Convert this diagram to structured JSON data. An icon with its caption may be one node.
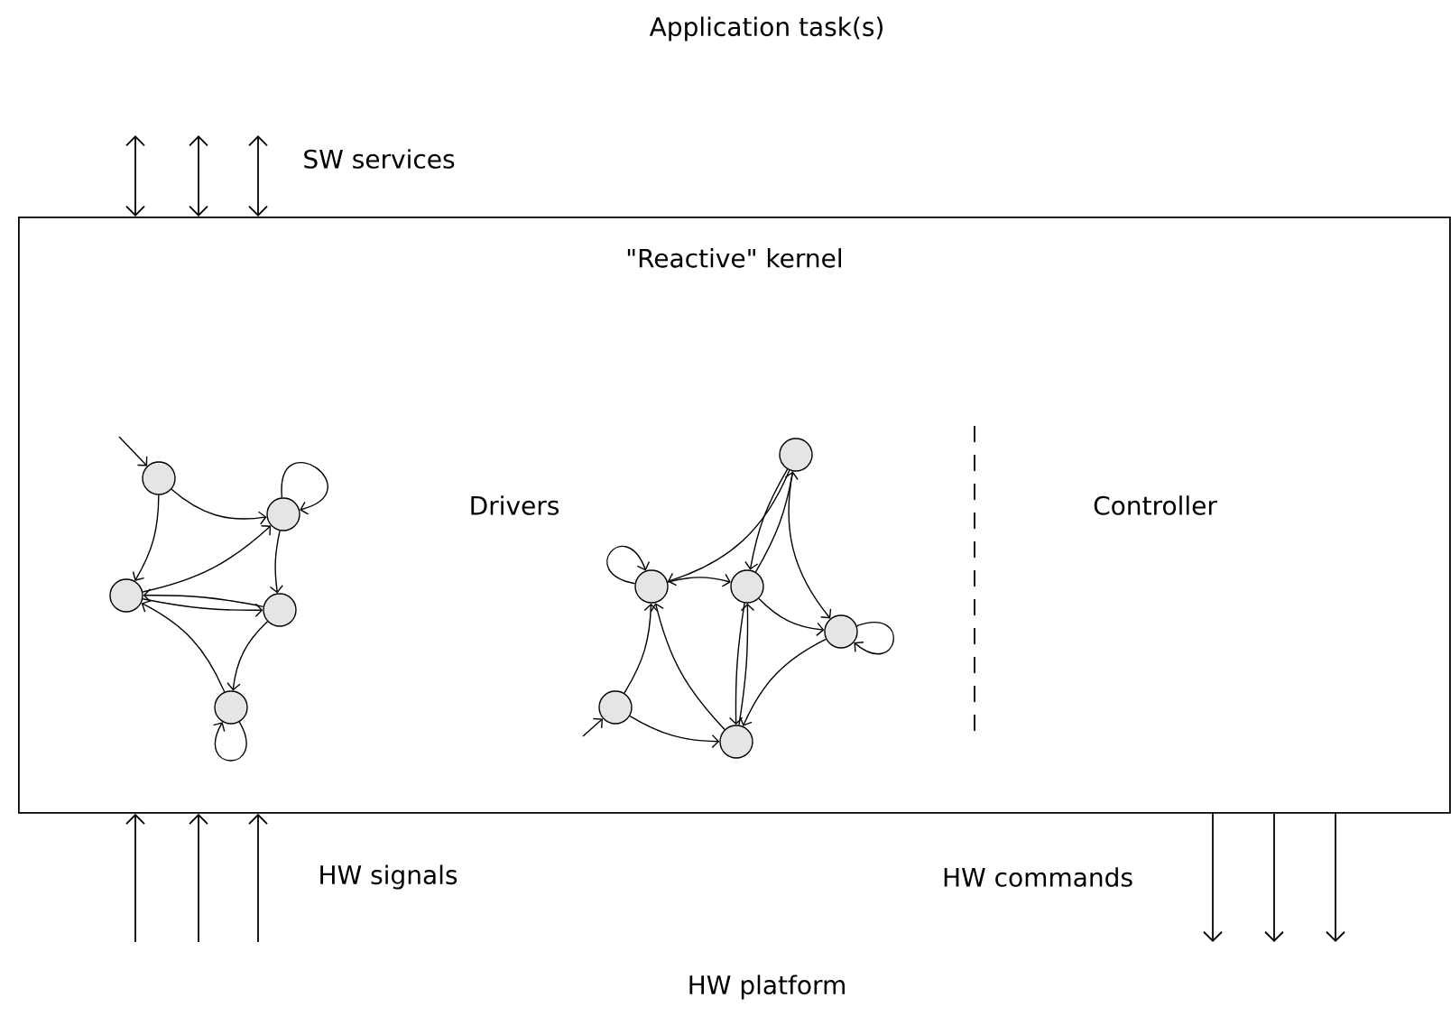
{
  "diagram": {
    "nodes": [
      {
        "text": [
          "\"Reactive\" kernel"
        ]
      },
      {
        "text": [],
        "shape": "circle",
        "in": 0
      },
      {
        "text": [],
        "shape": "circle",
        "in": 0
      },
      {
        "text": [],
        "shape": "circle",
        "in": 0
      },
      {
        "text": [],
        "shape": "circle",
        "in": 0
      },
      {
        "text": [],
        "shape": "circle",
        "in": 0
      },
      {
        "text": [],
        "shape": "circle",
        "in": 0
      },
      {
        "text": [],
        "shape": "circle",
        "in": 0
      },
      {
        "text": [],
        "shape": "circle",
        "in": 0
      },
      {
        "text": [],
        "shape": "circle",
        "in": 0
      },
      {
        "text": [],
        "shape": "circle",
        "in": 0
      },
      {
        "text": [],
        "shape": "circle",
        "in": 0
      }
    ],
    "edges": [
      {
        "from": 0,
        "to": null,
        "arrow": "both"
      },
      {
        "from": 0,
        "to": null,
        "arrow": "both"
      },
      {
        "from": 0,
        "to": null,
        "arrow": "both"
      },
      {
        "from": null,
        "to": 0,
        "arrow": "to"
      },
      {
        "from": null,
        "to": 0,
        "arrow": "to"
      },
      {
        "from": null,
        "to": 0,
        "arrow": "to"
      },
      {
        "from": 0,
        "to": null,
        "arrow": "to"
      },
      {
        "from": 0,
        "to": null,
        "arrow": "to"
      },
      {
        "from": 0,
        "to": null,
        "arrow": "to"
      },
      {
        "from": null,
        "to": 1,
        "arrow": "to"
      },
      {
        "from": 1,
        "to": 2,
        "arrow": "to"
      },
      {
        "from": 2,
        "to": 2,
        "arrow": "to"
      },
      {
        "from": 1,
        "to": 3,
        "arrow": "to"
      },
      {
        "from": 3,
        "to": 2,
        "arrow": "to"
      },
      {
        "from": 2,
        "to": 4,
        "arrow": "to"
      },
      {
        "from": 3,
        "to": 4,
        "arrow": "to"
      },
      {
        "from": 4,
        "to": 3,
        "arrow": "to"
      },
      {
        "from": 4,
        "to": 5,
        "arrow": "to"
      },
      {
        "from": 5,
        "to": 3,
        "arrow": "to"
      },
      {
        "from": 5,
        "to": 5,
        "arrow": "to"
      },
      {
        "from": null,
        "to": 10,
        "arrow": "to"
      },
      {
        "from": 6,
        "to": 7,
        "arrow": "to"
      },
      {
        "from": 8,
        "to": 6,
        "arrow": "to"
      },
      {
        "from": 6,
        "to": 8,
        "arrow": "to"
      },
      {
        "from": 6,
        "to": 9,
        "arrow": "to"
      },
      {
        "from": 7,
        "to": 7,
        "arrow": "to"
      },
      {
        "from": 7,
        "to": 8,
        "arrow": "to"
      },
      {
        "from": 8,
        "to": 9,
        "arrow": "to"
      },
      {
        "from": 9,
        "to": 9,
        "arrow": "to"
      },
      {
        "from": 10,
        "to": 7,
        "arrow": "to"
      },
      {
        "from": 10,
        "to": 11,
        "arrow": "to"
      },
      {
        "from": 11,
        "to": 7,
        "arrow": "to"
      },
      {
        "from": 11,
        "to": 8,
        "arrow": "to"
      },
      {
        "from": 8,
        "to": 11,
        "arrow": "to"
      },
      {
        "from": 9,
        "to": 11,
        "arrow": "to"
      }
    ],
    "labels": [
      "Application task(s)",
      "SW services",
      "Drivers",
      "Controller",
      "HW signals",
      "HW commands",
      "HW platform"
    ]
  }
}
